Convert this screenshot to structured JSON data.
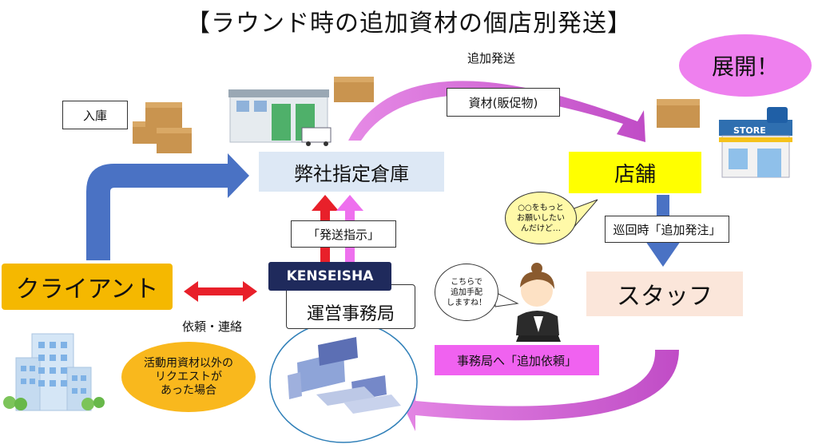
{
  "title": "【ラウンド時の追加資材の個店別発送】",
  "callout_expand": "展開！",
  "labels": {
    "nyuko": "入庫",
    "tsuika_hasso": "追加発送",
    "shizai": "資材(販促物)",
    "hasso_shiji": "「発送指示」",
    "junkai": "巡回時「追加発注」",
    "irai_renraku": "依頼・連絡",
    "jimukyoku_irai": "事務局へ「追加依頼」"
  },
  "nodes": {
    "warehouse": "弊社指定倉庫",
    "store": "店舗",
    "staff": "スタッフ",
    "client": "クライアント",
    "office_brand": "KENSEISHA",
    "office": "運営事務局"
  },
  "bubbles": {
    "store_request": "○○をもっと\nお願いしたい\nんだけど…",
    "staff_reply": "こちらで\n追加手配\nしますね！",
    "client_request": "活動用資材以外の\nリクエストが\nあった場合"
  },
  "icons": {
    "store_sign": "STORE"
  },
  "colors": {
    "blue_arrow": "#4a72c4",
    "magenta_arrow": "#d25ad2",
    "red_arrow": "#e8202a",
    "warehouse_bg": "#dde8f5",
    "store_bg": "#ffff00",
    "staff_bg": "#fbe6da",
    "client_bg": "#f5b800",
    "office_navy": "#1f2a5c",
    "expand_pink": "#ee80ee",
    "request_pink": "#f062f0",
    "bubble_yellow": "#fff9a8",
    "orange_oval": "#f9b81d"
  }
}
